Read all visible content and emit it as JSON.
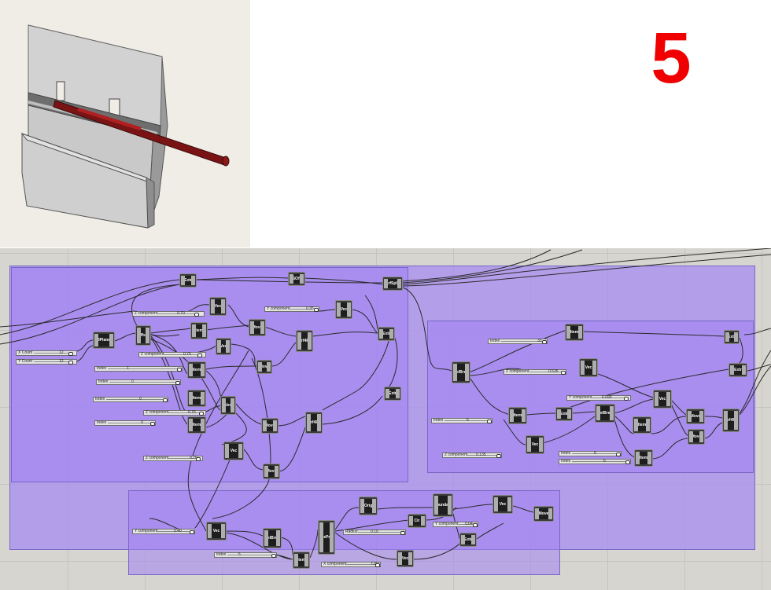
{
  "step_number": "5",
  "components": {
    "srfsplit": "SrfSplit",
    "extr": "Extr",
    "srfoff": "SOff",
    "vec": "Vec",
    "item": "Item",
    "move": "Move",
    "srf4pt": "Srf4Pt",
    "dedup": "DelBrep",
    "offset": "Offset",
    "boxprop": "BoxProp",
    "plorigin": "PlOrigin",
    "circle": "Cir",
    "boundary": "Boundary",
    "planes": "3Plane"
  },
  "sliders": {
    "xcount": {
      "name": "X Count",
      "value": "12"
    },
    "ycount": {
      "name": "Y Count",
      "value": "12"
    },
    "zcomp_070": {
      "name": "Z component",
      "value": "0.70"
    },
    "ycomp_035": {
      "name": "Y component",
      "value": "0.35"
    },
    "zcomp_075": {
      "name": "Z component",
      "value": "0.75"
    },
    "index_1": {
      "name": "Index",
      "value": "1"
    },
    "index_2": {
      "name": "Index",
      "value": "0"
    },
    "index_3": {
      "name": "Index",
      "value": "0"
    },
    "zcomp_076": {
      "name": "Z component",
      "value": "0.76"
    },
    "index_4": {
      "name": "Index",
      "value": "0"
    },
    "zcomp_070b": {
      "name": "Z component",
      "value": "0.70"
    },
    "index_r1": {
      "name": "Index",
      "value": "33"
    },
    "zcomp_r": {
      "name": "Z component",
      "value": "0.535"
    },
    "ycomp_r": {
      "name": "Y component",
      "value": "6.090"
    },
    "index_r2": {
      "name": "Index",
      "value": "6"
    },
    "zcomp_r2": {
      "name": "Z component",
      "value": "0.135"
    },
    "index_r3": {
      "name": "Index",
      "value": "6"
    },
    "index_r4": {
      "name": "Index",
      "value": "6"
    },
    "ycomp_b": {
      "name": "Y component",
      "value": "0.40"
    },
    "radius_b": {
      "name": "Radius",
      "value": "0.10"
    },
    "ycomp_b2": {
      "name": "Y component",
      "value": "0.04"
    },
    "index_b": {
      "name": "Index",
      "value": "5"
    },
    "xcomp_b": {
      "name": "X component",
      "value": "7.00"
    }
  },
  "colors": {
    "group_fill": "#a98ef0",
    "group_border": "#7a68c8",
    "wire": "#2a2a2a",
    "component_body": "#1e1e1e",
    "canvas": "#d7d5cf",
    "step_number": "#f00000"
  }
}
